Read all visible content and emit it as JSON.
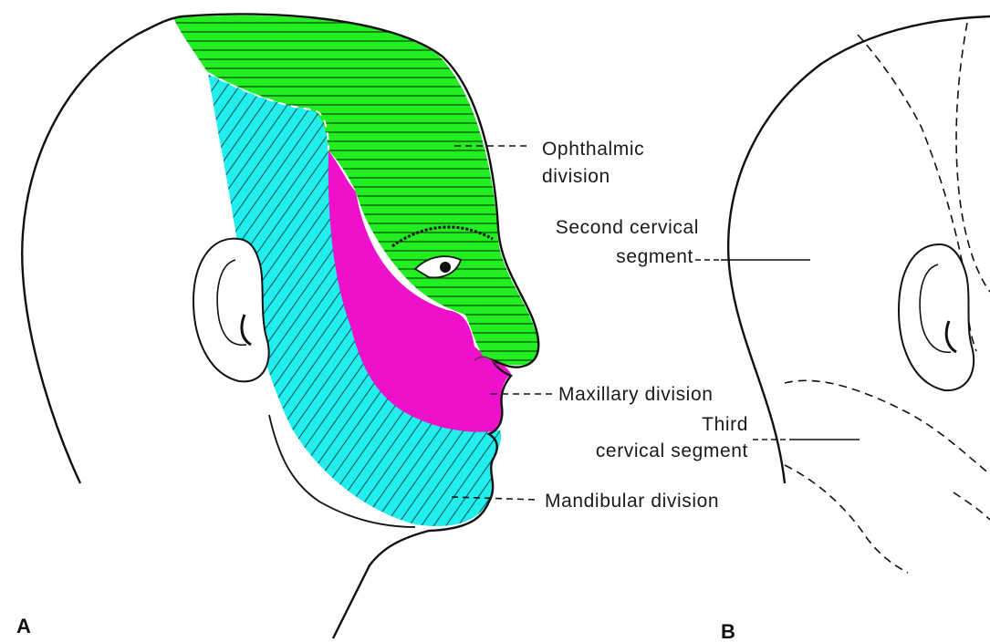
{
  "panels": {
    "a_letter": "A",
    "b_letter": "B"
  },
  "labels": {
    "ophthalmic_line1": "Ophthalmic",
    "ophthalmic_line2": "division",
    "second_cervical_line1": "Second cervical",
    "second_cervical_line2": "segment",
    "maxillary": "Maxillary division",
    "third_cervical_line1": "Third",
    "third_cervical_line2": "cervical segment",
    "mandibular": "Mandibular division"
  },
  "colors": {
    "ophthalmic": "#22ee22",
    "maxillary": "#ee11cc",
    "mandibular": "#22eeee",
    "outline": "#111111"
  }
}
